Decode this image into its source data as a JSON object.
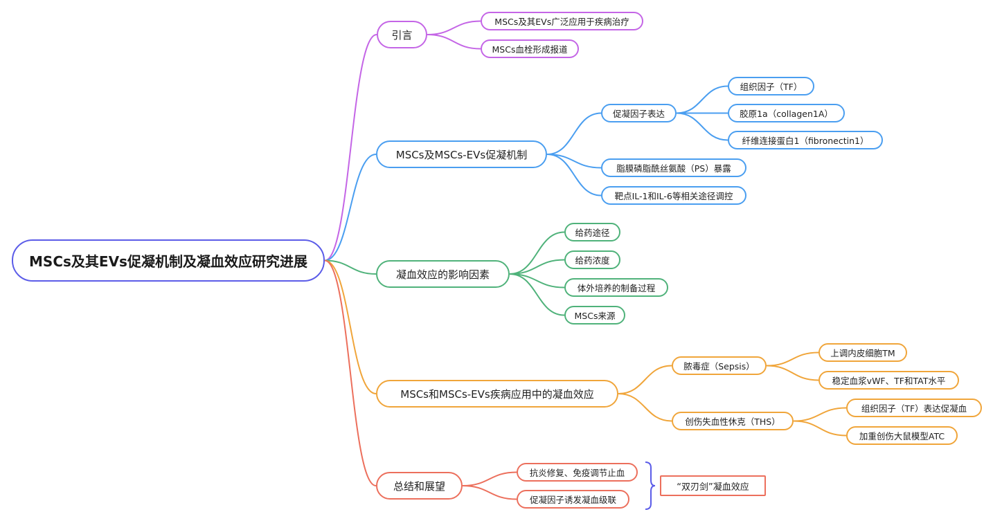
{
  "colors": {
    "root": "#5b5ce8",
    "purple": "#c465e6",
    "blue": "#4a9ef0",
    "green": "#4fb27a",
    "orange": "#f0a53a",
    "red": "#ec6f5c"
  },
  "root": {
    "label": "MSCs及其EVs促凝机制及凝血效应研究进展"
  },
  "branches": {
    "intro": {
      "label": "引言",
      "children": [
        "MSCs及其EVs广泛应用于疾病治疗",
        "MSCs血栓形成报道"
      ]
    },
    "mechanism": {
      "label": "MSCs及MSCs-EVs促凝机制",
      "factor": {
        "label": "促凝因子表达",
        "children": [
          "组织因子（TF）",
          "胶原1a（collagen1A）",
          "纤维连接蛋白1（fibronectin1）"
        ]
      },
      "others": [
        "脂膜磷脂酰丝氨酸（PS）暴露",
        "靶点IL-1和IL-6等相关途径调控"
      ]
    },
    "factors": {
      "label": "凝血效应的影响因素",
      "children": [
        "给药途径",
        "给药浓度",
        "体外培养的制备过程",
        "MSCs来源"
      ]
    },
    "application": {
      "label": "MSCs和MSCs-EVs疾病应用中的凝血效应",
      "sepsis": {
        "label": "脓毒症（Sepsis）",
        "children": [
          "上调内皮细胞TM",
          "稳定血浆vWF、TF和TAT水平"
        ]
      },
      "ths": {
        "label": "创伤失血性休克（THS）",
        "children": [
          "组织因子（TF）表达促凝血",
          "加重创伤大鼠模型ATC"
        ]
      }
    },
    "summary": {
      "label": "总结和展望",
      "children": [
        "抗炎修复、免疫调节止血",
        "促凝因子诱发凝血级联"
      ],
      "conclusion": "“双刃剑”凝血效应"
    }
  }
}
